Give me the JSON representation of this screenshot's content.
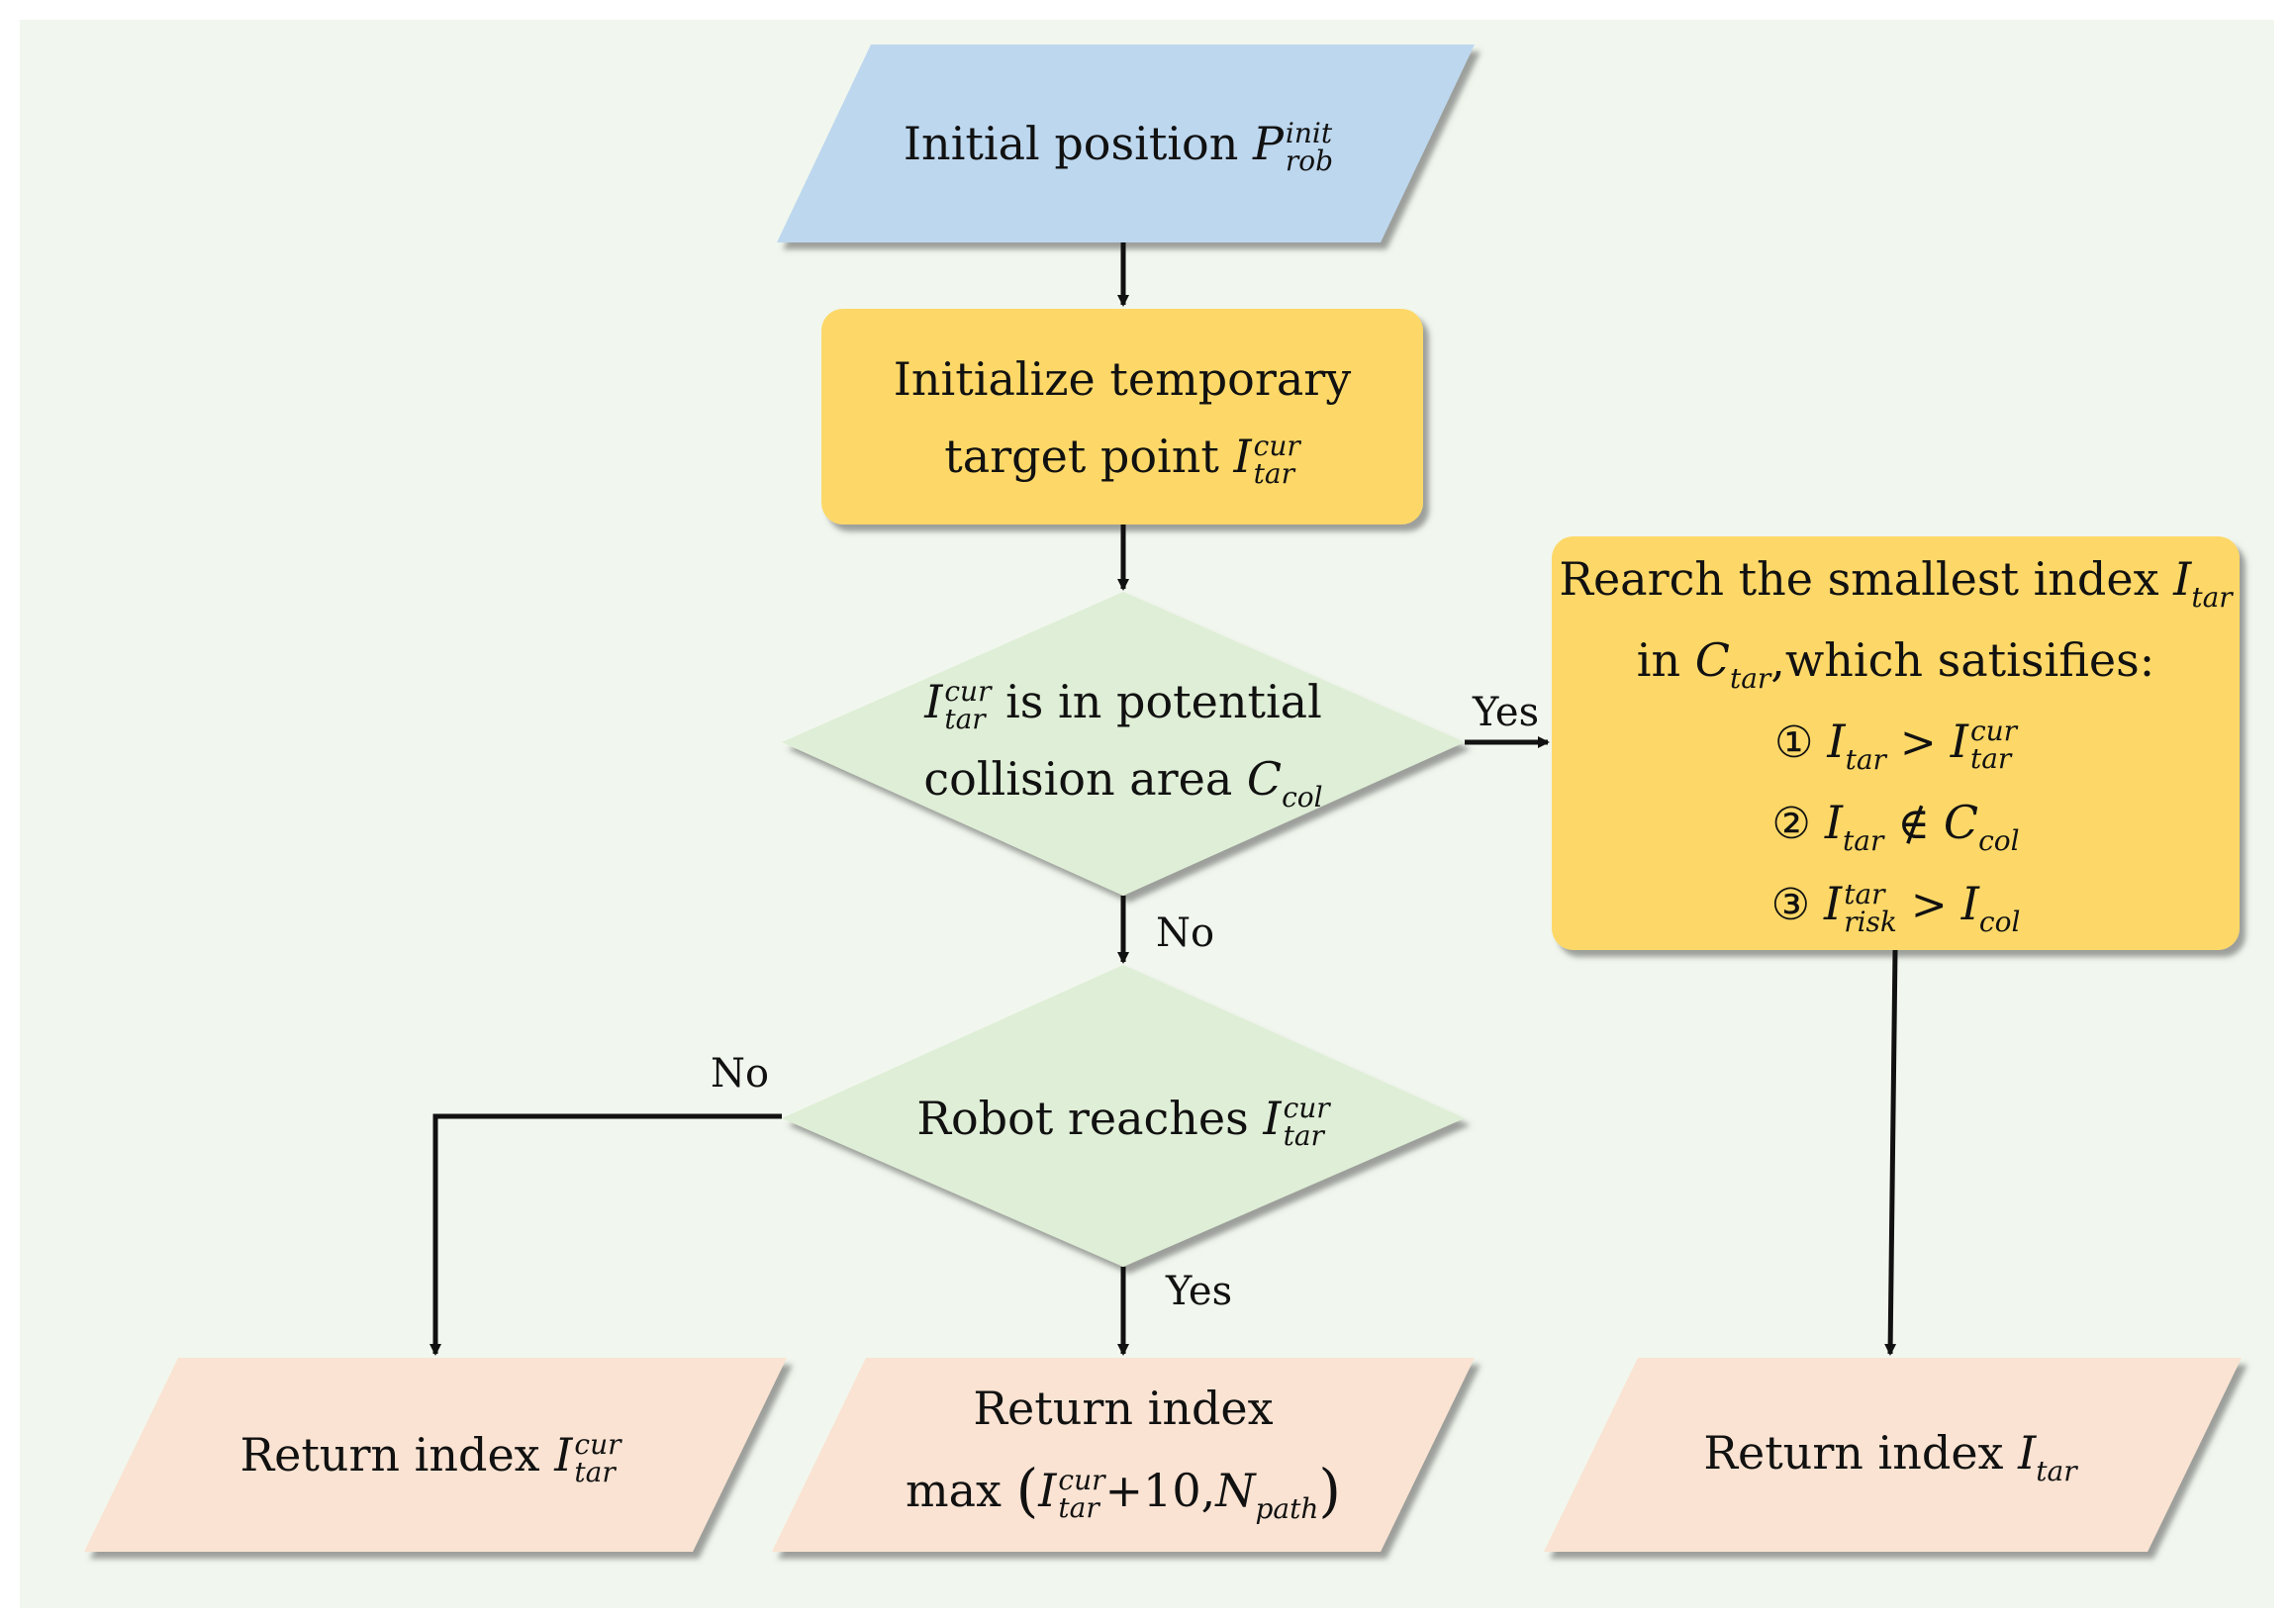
{
  "nodes": {
    "start": {
      "text": "Initial position",
      "var": "P",
      "sup": "init",
      "sub": "rob"
    },
    "init": {
      "line1": "Initialize temporary",
      "line2": "target point",
      "var": "I",
      "sup": "cur",
      "sub": "tar"
    },
    "decision1": {
      "var": "I",
      "sup": "cur",
      "sub": "tar",
      "line1_rest": "is in potential",
      "line2": "collision area",
      "var2": "C",
      "sub2": "col"
    },
    "search": {
      "line1": "Rearch the smallest index",
      "var": "I",
      "sub": "tar",
      "line2_pre": "in",
      "var2": "C",
      "sub2": "tar",
      "line2_post": ",which satisifies:",
      "conditions": [
        {
          "num": "①",
          "lhs": "I",
          "lhs_sub": "tar",
          "op": ">",
          "rhs": "I",
          "rhs_sup": "cur",
          "rhs_sub": "tar"
        },
        {
          "num": "②",
          "lhs": "I",
          "lhs_sub": "tar",
          "op": "∉",
          "rhs": "C",
          "rhs_sub": "col"
        },
        {
          "num": "③",
          "lhs": "I",
          "lhs_sup": "tar",
          "lhs_sub": "risk",
          "op": ">",
          "rhs": "I",
          "rhs_sub": "col"
        }
      ]
    },
    "decision2": {
      "text": "Robot reaches",
      "var": "I",
      "sup": "cur",
      "sub": "tar"
    },
    "ret_left": {
      "text": "Return index",
      "var": "I",
      "sup": "cur",
      "sub": "tar"
    },
    "ret_mid": {
      "line1": "Return index",
      "fn": "max",
      "var": "I",
      "sup": "cur",
      "sub": "tar",
      "plus": "+10,",
      "var2": "N",
      "sub2": "path"
    },
    "ret_right": {
      "text": "Return index",
      "var": "I",
      "sub": "tar"
    }
  },
  "edge_labels": {
    "yes1": "Yes",
    "no1": "No",
    "no2": "No",
    "yes2": "Yes"
  },
  "colors": {
    "background": "#f1f7ee",
    "start_fill": "#bdd7ee",
    "process_fill": "#fdd867",
    "decision_fill": "#dfeed6",
    "output_fill": "#fae3d2",
    "stroke": "#111111"
  }
}
